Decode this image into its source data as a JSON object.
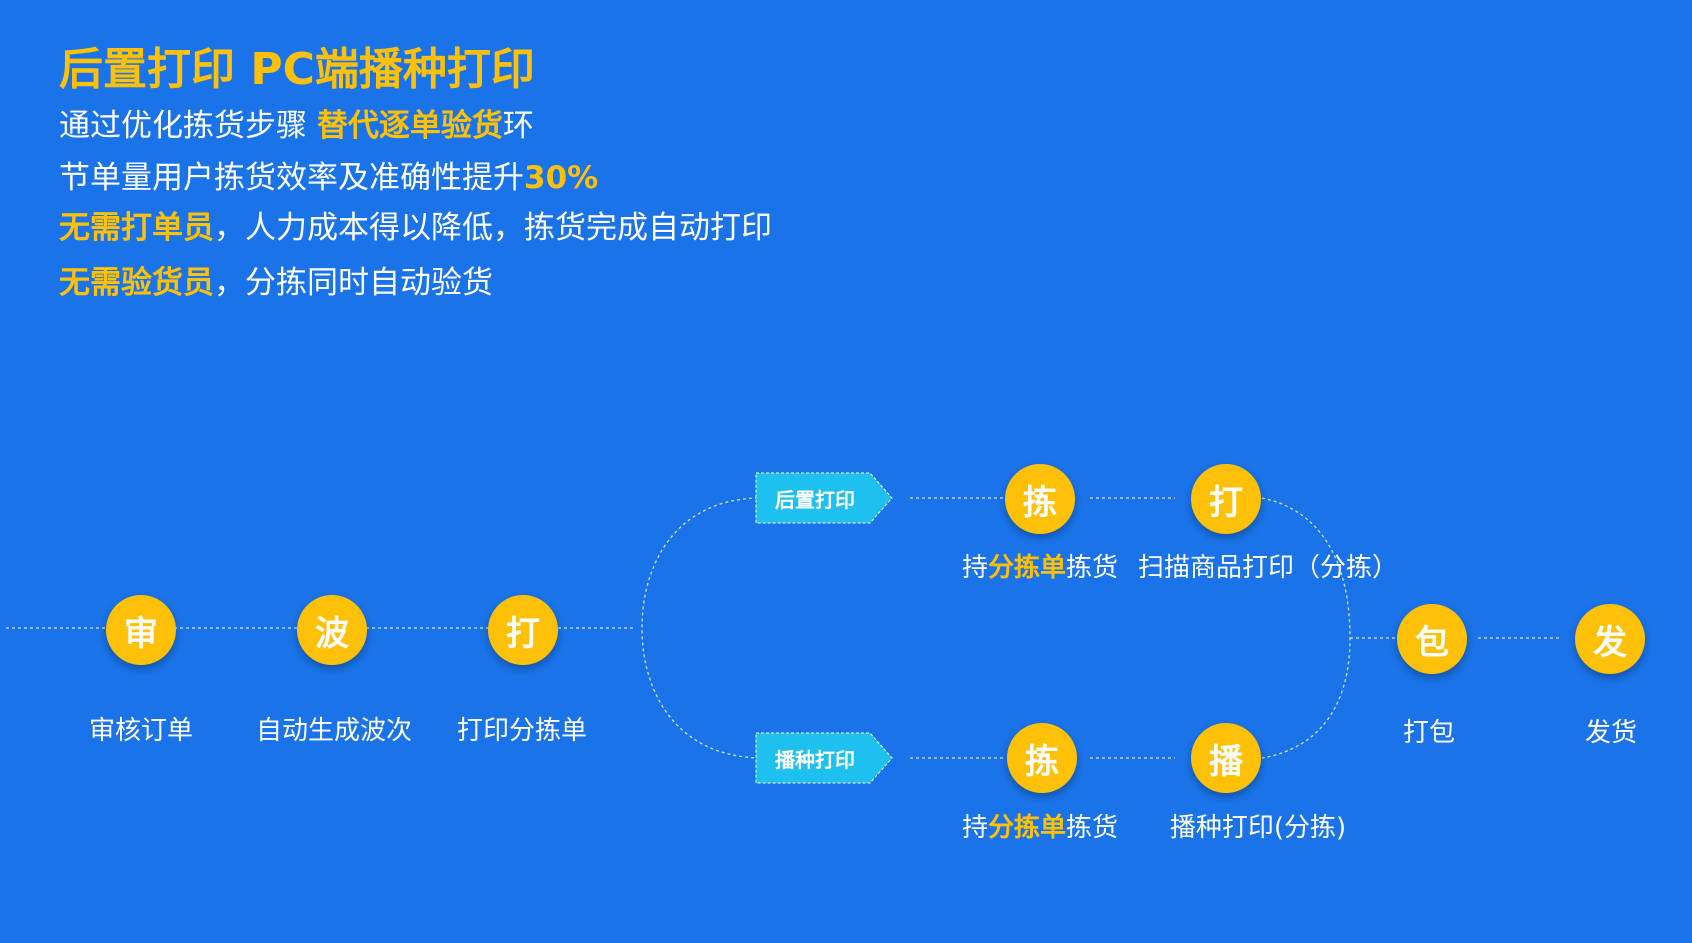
{
  "header": {
    "title": "后置打印 PC端播种打印",
    "line1": {
      "pre": "通过优化拣货步骤 ",
      "hl": "替代逐单验货",
      "post": "环"
    },
    "line2": {
      "pre": "节单量用户拣货效率及准确性提升",
      "hl": "30%"
    },
    "line3": {
      "hl": "无需打单员",
      "post": "，人力成本得以降低，拣货完成自动打印"
    },
    "line4": {
      "hl": "无需验货员",
      "post": "，分拣同时自动验货"
    }
  },
  "flow": {
    "main_steps": [
      {
        "char": "审",
        "label": "审核订单"
      },
      {
        "char": "波",
        "label": "自动生成波次"
      },
      {
        "char": "打",
        "label": "打印分拣单"
      }
    ],
    "branch_top": {
      "tag": "后置打印",
      "steps": [
        {
          "char": "拣",
          "label_pre": "持",
          "label_hl": "分拣单",
          "label_post": "拣货"
        },
        {
          "char": "打",
          "label": "扫描商品打印（分拣）"
        }
      ]
    },
    "branch_bottom": {
      "tag": "播种打印",
      "steps": [
        {
          "char": "拣",
          "label_pre": "持",
          "label_hl": "分拣单",
          "label_post": "拣货"
        },
        {
          "char": "播",
          "label": "播种打印(分拣)"
        }
      ]
    },
    "end_steps": [
      {
        "char": "包",
        "label": "打包"
      },
      {
        "char": "发",
        "label": "发货"
      }
    ]
  },
  "colors": {
    "background": "#1a73e8",
    "accent": "#ffc107",
    "tag": "#1ec0f0"
  }
}
